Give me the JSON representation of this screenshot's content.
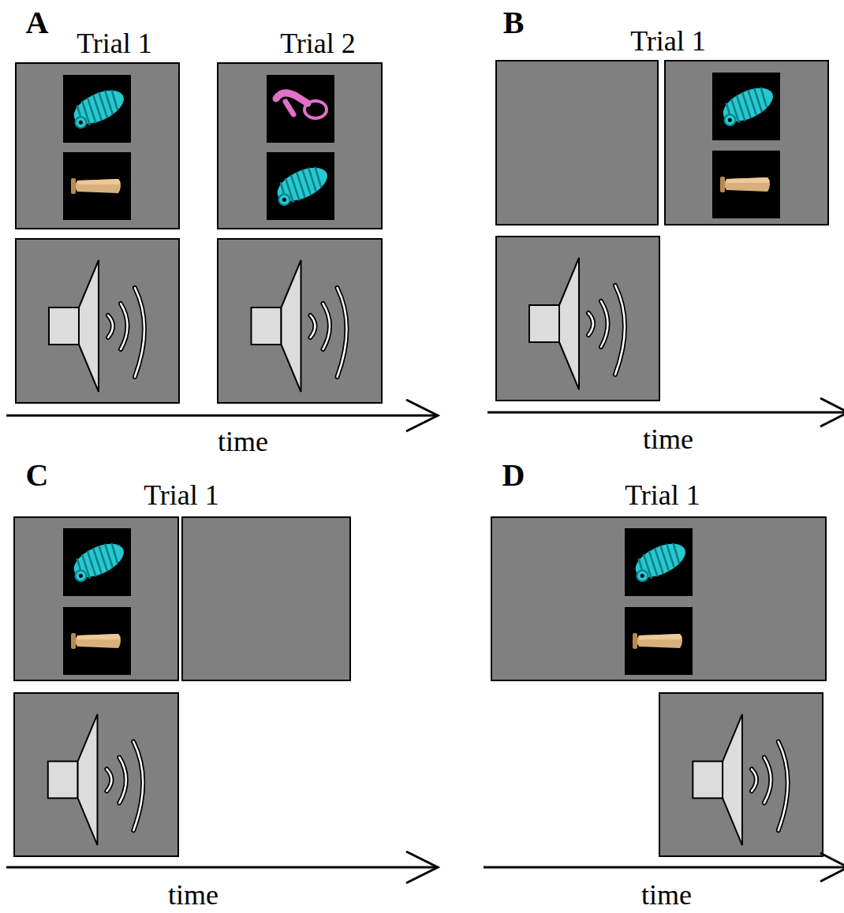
{
  "diagram": {
    "labels": [
      "A",
      "Trial 1",
      "Trial 2",
      "B",
      "Trial 1",
      "time",
      "time",
      "C",
      "Trial 1",
      "D",
      "Trial 1",
      "time",
      "time"
    ]
  }
}
